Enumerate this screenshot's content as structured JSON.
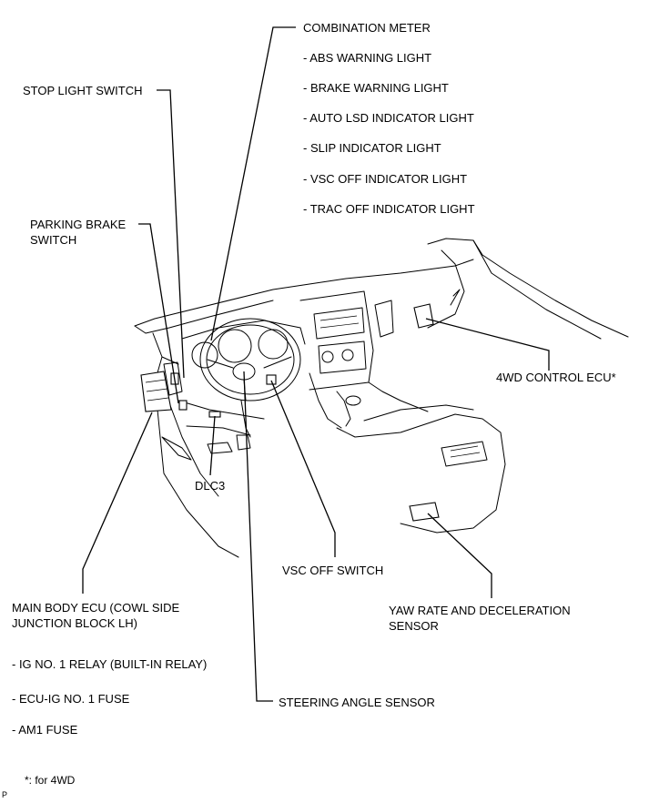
{
  "labels": {
    "combination_meter": "COMBINATION METER",
    "meter_items": [
      "- ABS WARNING LIGHT",
      "- BRAKE WARNING LIGHT",
      "- AUTO LSD INDICATOR LIGHT",
      "- SLIP INDICATOR LIGHT",
      "- VSC OFF INDICATOR LIGHT",
      "- TRAC OFF INDICATOR LIGHT"
    ],
    "stop_light_switch": "STOP LIGHT SWITCH",
    "parking_brake_switch": "PARKING BRAKE\nSWITCH",
    "control_ecu_4wd": "4WD CONTROL ECU*",
    "dlc3": "DLC3",
    "vsc_off_switch": "VSC OFF SWITCH",
    "main_body_ecu": "MAIN BODY ECU (COWL SIDE\nJUNCTION BLOCK LH)",
    "main_body_items": [
      "- IG NO. 1 RELAY (BUILT-IN RELAY)",
      "- ECU-IG NO. 1 FUSE",
      "- AM1 FUSE"
    ],
    "yaw_rate_sensor": "YAW RATE AND DECELERATION\nSENSOR",
    "steering_angle_sensor": "STEERING ANGLE SENSOR",
    "footnote": "*: for 4WD",
    "corner_mark": "P"
  }
}
